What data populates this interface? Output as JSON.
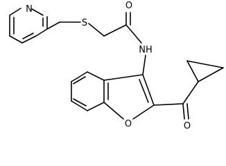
{
  "atoms": {
    "pyridine_n": "N",
    "sulfur": "S",
    "amide_o": "O",
    "amide_nh": "NH",
    "furan_o": "O",
    "ketone_o": "O"
  }
}
